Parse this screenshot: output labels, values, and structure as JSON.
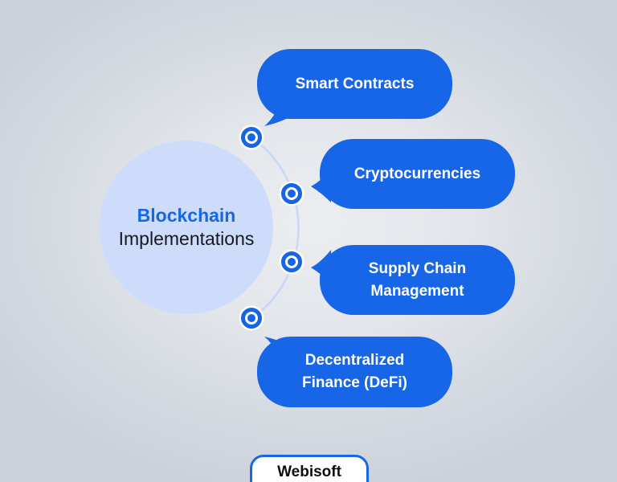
{
  "diagram": {
    "title": "Blockchain Implementations",
    "center": {
      "line1": "Blockchain",
      "line2": "Implementations"
    },
    "nodes": [
      {
        "label": "Smart Contracts"
      },
      {
        "label": "Cryptocurrencies"
      },
      {
        "label": "Supply Chain Management"
      },
      {
        "label": "Decentralized Finance (DeFi)"
      }
    ],
    "brand": "Webisoft",
    "colors": {
      "bubble_blue": "#1766E8",
      "node_blue": "#1565E6",
      "center_circle_fill": "#CEDCFB",
      "center_title_blue": "#1666E8",
      "center_subtitle_black": "#17191D",
      "arc_stroke": "#C8D7F7",
      "bubble_text": "#FFFFFF",
      "background_center": "#EBEDF0",
      "background_edge": "#CBD1DA",
      "brand_border": "#1766E8",
      "brand_text": "#0C0D10"
    }
  }
}
